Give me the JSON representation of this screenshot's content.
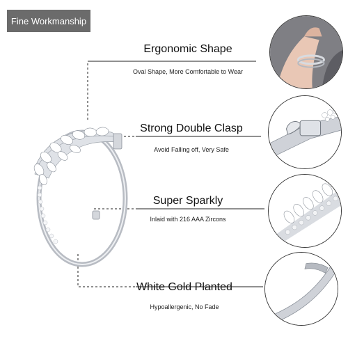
{
  "badge": {
    "label": "Fine Workmanship"
  },
  "features": [
    {
      "title": "Ergonomic Shape",
      "subtitle": "Oval Shape, More Comfortable to Wear",
      "icon": "wrist-bangle-photo"
    },
    {
      "title": "Strong Double Clasp",
      "subtitle": "Avoid Falling off, Very Safe",
      "icon": "clasp-closeup-photo"
    },
    {
      "title": "Super Sparkly",
      "subtitle": "Inlaid with 216 AAA Zircons",
      "icon": "zircon-closeup-photo"
    },
    {
      "title": "White Gold Planted",
      "subtitle": "Hypoallergenic, No Fade",
      "icon": "band-closeup-photo"
    }
  ],
  "colors": {
    "badge_bg": "#6b6b6b",
    "text": "#111111",
    "lines": "#222222",
    "metal": "#c9ccd2"
  }
}
